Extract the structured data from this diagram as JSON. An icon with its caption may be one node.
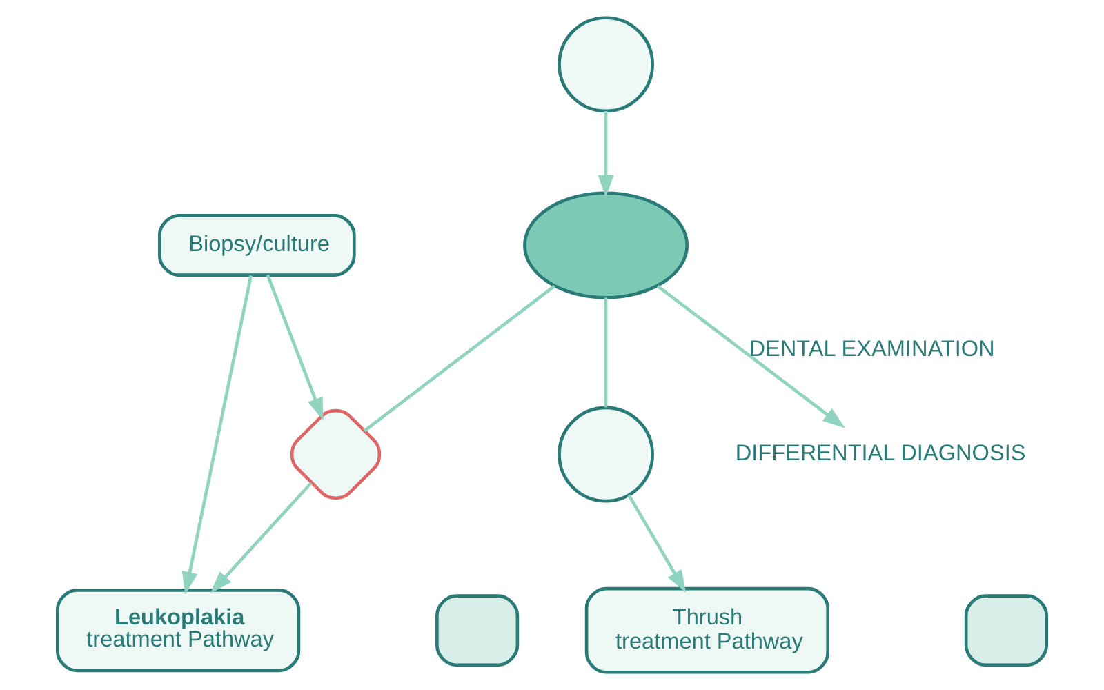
{
  "diagram": {
    "nodes": [
      {
        "text": [],
        "shape": "ellipse"
      },
      {
        "text": [],
        "shape": "circle"
      },
      {
        "text": [
          "DIFFERENTIAL DIAGNOSIS"
        ]
      },
      {
        "text": [],
        "shape": "diamond"
      },
      {
        "text": [],
        "shape": "circle"
      },
      {
        "text": [
          "Biopsy/culture"
        ]
      },
      {
        "text": [
          "Leukoplakia",
          "treatment Pathway"
        ]
      },
      {
        "text": [
          "Thrush",
          "treatment Pathway"
        ]
      },
      {
        "text": [],
        "shape": "box"
      },
      {
        "text": [],
        "shape": "box"
      }
    ],
    "edges": [
      {
        "from": 1,
        "to": 0,
        "arrow": "to"
      },
      {
        "from": 0,
        "to": 2,
        "arrow": "to",
        "label": "DENTAL EXAMINATION"
      },
      {
        "from": 0,
        "to": 3,
        "arrow": "none"
      },
      {
        "from": 0,
        "to": 4,
        "arrow": "none"
      },
      {
        "from": 3,
        "to": 6,
        "arrow": "to"
      },
      {
        "from": 4,
        "to": 7,
        "arrow": "to"
      },
      {
        "from": 5,
        "to": 3,
        "arrow": "to"
      },
      {
        "from": 5,
        "to": 6,
        "arrow": "to"
      }
    ]
  }
}
